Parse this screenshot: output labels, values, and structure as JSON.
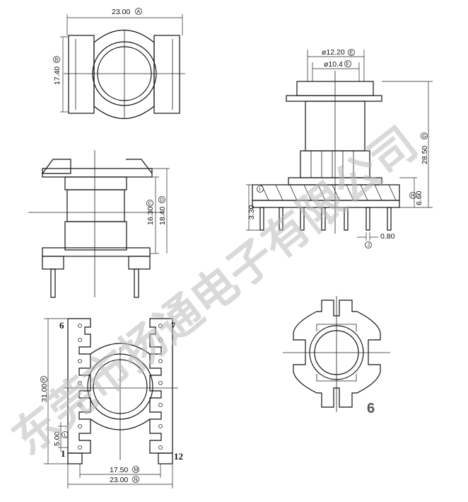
{
  "dimensions": {
    "top_width": "23.00",
    "top_height": "17.40",
    "side_height_inner": "16.30",
    "side_height_outer": "18.40",
    "dia_outer": "ø12.20",
    "dia_inner": "ø10.4",
    "total_height": "28.50",
    "base_height": "6.60",
    "pin_length": "3.30",
    "pin_width": "0.80",
    "bottom_length": "31.00",
    "pin_pitch": "5.00",
    "row_spacing": "17.50",
    "bottom_width": "23.00"
  },
  "markers": {
    "A": "A",
    "B": "B",
    "C": "C",
    "D": "D",
    "E": "E",
    "F": "F",
    "G": "G",
    "H": "H",
    "I": "I",
    "J": "J",
    "K": "K",
    "L": "L",
    "M": "M",
    "N": "N"
  },
  "pins": {
    "pin6": "6",
    "pin7": "7",
    "pin1": "1",
    "pin12": "12"
  },
  "view_number": "6",
  "watermark": "东莞市扬通电子有限公司"
}
